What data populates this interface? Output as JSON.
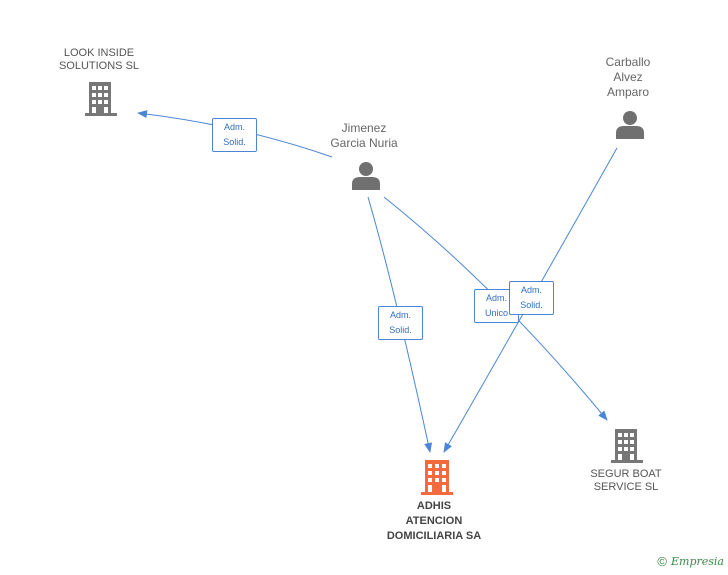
{
  "colors": {
    "edge": "#4a86d4",
    "company": "#777777",
    "focus_company": "#f26a3d",
    "person": "#707070"
  },
  "nodes": {
    "look_inside": {
      "lines": [
        "LOOK INSIDE",
        "SOLUTIONS  SL"
      ],
      "kind": "company"
    },
    "jimenez": {
      "lines": [
        "Jimenez",
        "Garcia Nuria"
      ],
      "kind": "person"
    },
    "carballo": {
      "lines": [
        "Carballo",
        "Alvez",
        "Amparo"
      ],
      "kind": "person"
    },
    "adhis": {
      "lines": [
        "ADHIS",
        "ATENCION",
        "DOMICILIARIA SA"
      ],
      "kind": "company-focus"
    },
    "segur_boat": {
      "lines": [
        "SEGUR BOAT",
        "SERVICE SL"
      ],
      "kind": "company"
    }
  },
  "edges": [
    {
      "from": "jimenez",
      "to": "look_inside",
      "label": [
        "Adm.",
        "Solid."
      ]
    },
    {
      "from": "jimenez",
      "to": "adhis",
      "label": [
        "Adm.",
        "Solid."
      ]
    },
    {
      "from": "jimenez",
      "to": "segur_boat",
      "label": [
        "Adm.",
        "Unico"
      ]
    },
    {
      "from": "carballo",
      "to": "adhis",
      "label": [
        "Adm.",
        "Solid."
      ]
    }
  ],
  "footer": {
    "symbol": "©",
    "brand": "Empresia"
  }
}
